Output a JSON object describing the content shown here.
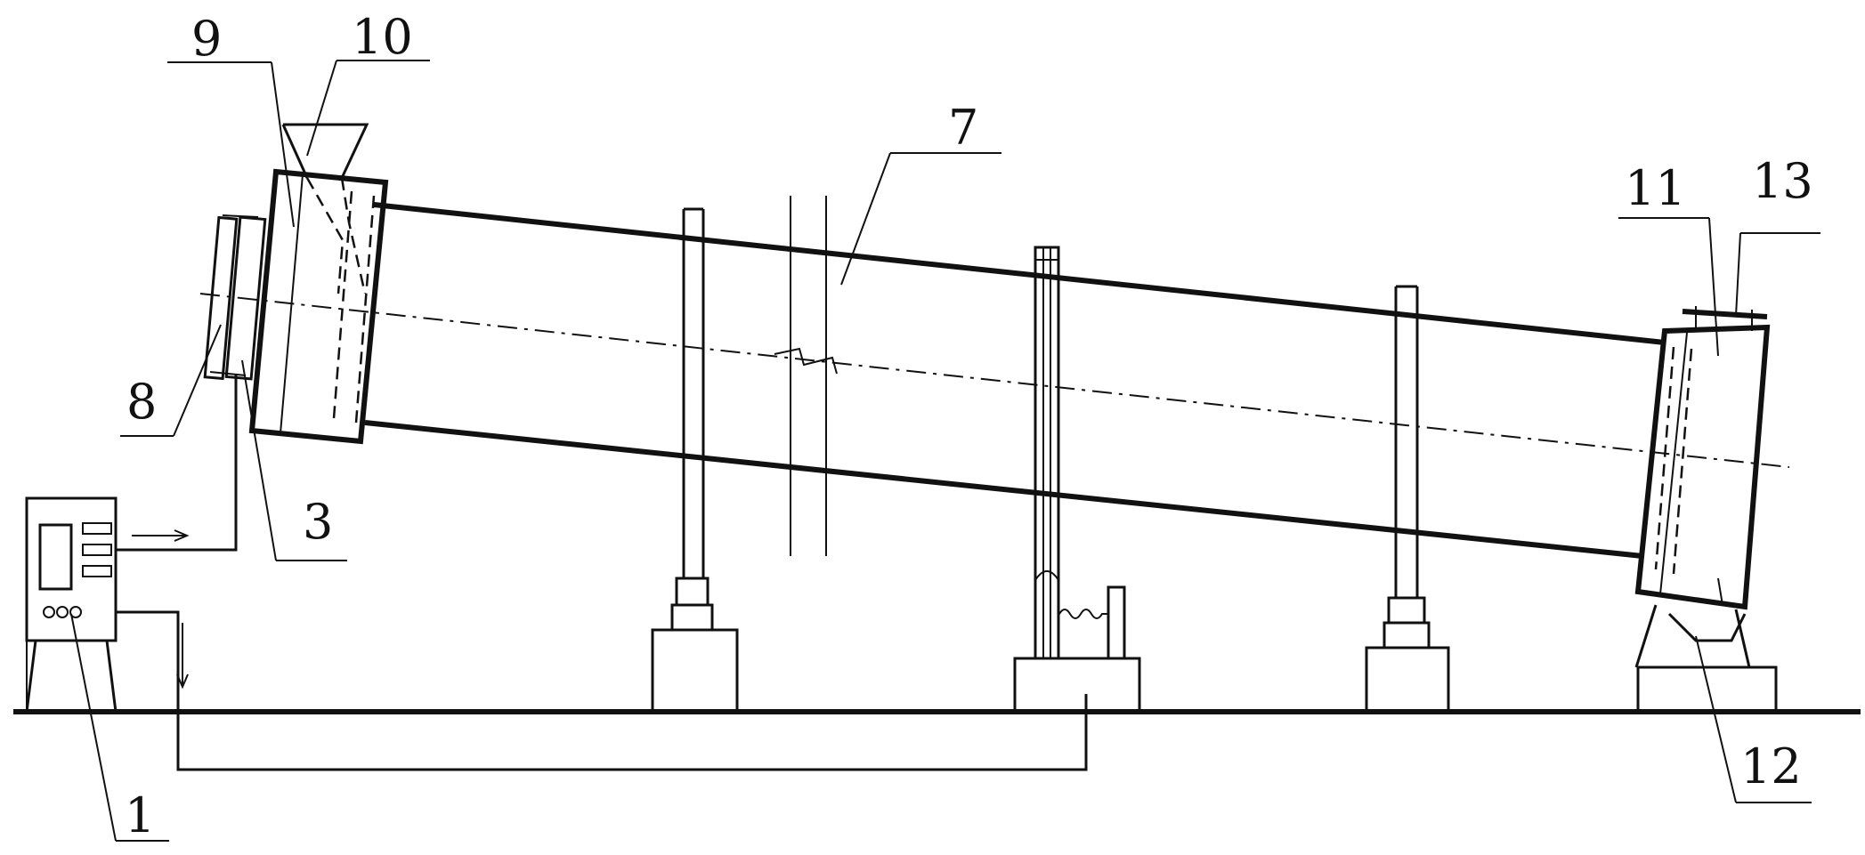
{
  "labels": {
    "l1": "1",
    "l3": "3",
    "l7": "7",
    "l8": "8",
    "l9": "9",
    "l10": "10",
    "l11": "11",
    "l12": "12",
    "l13": "13"
  },
  "colors": {
    "ink": "#111111",
    "background": "#ffffff"
  }
}
